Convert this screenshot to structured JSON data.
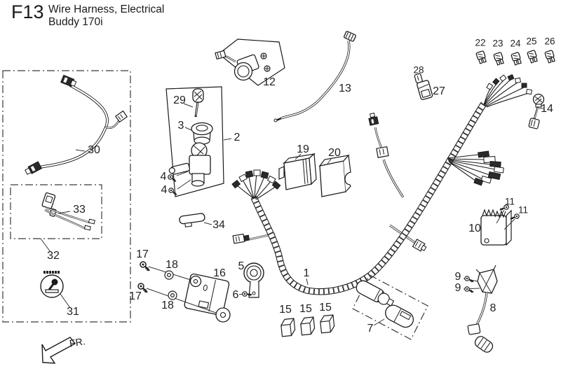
{
  "header": {
    "fig_code": "F13",
    "title_line1": "Wire Harness, Electrical",
    "title_line2": "Buddy 170i"
  },
  "direction_label": "FR.",
  "callouts": {
    "n1": "1",
    "n2": "2",
    "n3": "3",
    "n4": "4",
    "n5": "5",
    "n6": "6",
    "n7": "7",
    "n8": "8",
    "n9": "9",
    "n10": "10",
    "n11": "11",
    "n12": "12",
    "n13": "13",
    "n14": "14",
    "n15": "15",
    "n16": "16",
    "n17": "17",
    "n18": "18",
    "n19": "19",
    "n20": "20",
    "n22": "22",
    "n23": "23",
    "n24": "24",
    "n25": "25",
    "n26": "26",
    "n27": "27",
    "n28": "28",
    "n29": "29",
    "n30": "30",
    "n31": "31",
    "n32": "32",
    "n33": "33",
    "n34": "34"
  }
}
